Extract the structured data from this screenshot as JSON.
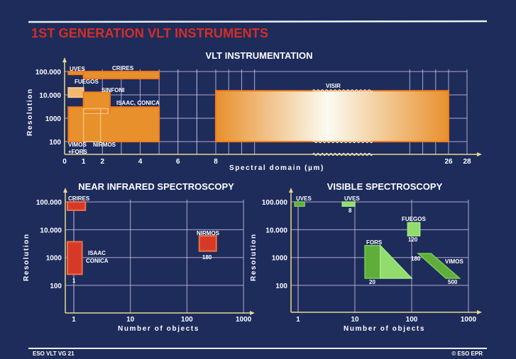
{
  "slide": {
    "title": "1ST GENERATION VLT INSTRUMENTS",
    "footer_left": "ESO VLT VG 21",
    "footer_right": "© ESO EPR",
    "colors": {
      "background": "#1e2c5c",
      "title": "#d42e22",
      "orange": "#e8902c",
      "red": "#d63a26",
      "green": "#5fae3c",
      "light_green": "#92dc6e"
    }
  },
  "chart_data": [
    {
      "type": "range-boxes",
      "title": "VLT INSTRUMENTATION",
      "xlabel": "Spectral domain (µm)",
      "ylabel": "Resolution",
      "xscale": "broken-linear",
      "yscale": "log",
      "xticks": [
        "0",
        "1",
        "2",
        "4",
        "6",
        "8",
        "26",
        "28"
      ],
      "xtick_values": [
        0,
        1,
        2,
        4,
        6,
        8,
        26,
        28
      ],
      "yticks": [
        "100",
        "1000",
        "10.000",
        "100.000"
      ],
      "ytick_values": [
        100,
        1000,
        10000,
        100000
      ],
      "xlim": [
        0,
        28
      ],
      "grid": true,
      "boxes": [
        {
          "name": "ISAAC, CONICA",
          "x": [
            0.2,
            5
          ],
          "y": [
            100,
            3000
          ],
          "style": "orange"
        },
        {
          "name": "UVES",
          "x": [
            0.2,
            1
          ],
          "y": [
            75000,
            100000
          ],
          "style": "orange"
        },
        {
          "name": "CRIRES",
          "x": [
            1,
            5
          ],
          "y": [
            50000,
            100000
          ],
          "style": "orange"
        },
        {
          "name": "FUEGOS",
          "x": [
            0.2,
            1
          ],
          "y": [
            8000,
            20000
          ],
          "style": "light-orange"
        },
        {
          "name": "SINFONI",
          "x": [
            1,
            2.4
          ],
          "y": [
            1800,
            13000
          ],
          "style": "orange"
        },
        {
          "name": "NIRMOS",
          "x": [
            1,
            1.9
          ],
          "y": [
            100,
            2600
          ],
          "style": "outline"
        },
        {
          "name": "VIMOS +FORS",
          "x": [
            1,
            2.3
          ],
          "y": [
            1600,
            2600
          ],
          "style": "outline"
        },
        {
          "name": "VISIR",
          "x": [
            8,
            26
          ],
          "y": [
            100,
            15000
          ],
          "style": "gradient"
        }
      ],
      "labels": {
        "uves": "UVES",
        "crires": "CRIRES",
        "fuegos": "FUEGOS",
        "sinfoni": "SINFONI",
        "isaac": "ISAAC, CONICA",
        "vimos1": "VIMOS",
        "vimos2": "+FORS",
        "nirmos": "NIRMOS",
        "visir": "VISIR"
      }
    },
    {
      "type": "range-boxes",
      "title": "NEAR INFRARED SPECTROSCOPY",
      "xlabel": "Number of objects",
      "ylabel": "Resolution",
      "xscale": "log",
      "yscale": "log",
      "xticks": [
        "1",
        "10",
        "100",
        "1000"
      ],
      "yticks": [
        "100",
        "1000",
        "10.000",
        "100.000"
      ],
      "xlim": [
        1,
        1000
      ],
      "grid": true,
      "boxes": [
        {
          "name": "CRIRES",
          "x": [
            0.77,
            1.6
          ],
          "y": [
            50000,
            100000
          ],
          "objects": "",
          "style": "red"
        },
        {
          "name": "ISAAC CONICA",
          "x": [
            0.77,
            1.4
          ],
          "y": [
            250,
            3700
          ],
          "objects": "1",
          "style": "red"
        },
        {
          "name": "NIRMOS",
          "x": [
            165,
            330
          ],
          "y": [
            1700,
            6000
          ],
          "objects": "180",
          "style": "red"
        }
      ],
      "labels": {
        "crires": "CRIRES",
        "isaac1": "ISAAC",
        "isaac2": "CONICA",
        "isaac_n": "1",
        "nirmos": "NIRMOS",
        "nirmos_n": "180"
      }
    },
    {
      "type": "range-boxes",
      "title": "VISIBLE SPECTROSCOPY",
      "xlabel": "Number of objects",
      "ylabel": "Resolution",
      "xscale": "log",
      "yscale": "log",
      "xticks": [
        "1",
        "10",
        "100",
        "1000"
      ],
      "yticks": [
        "100",
        "1000",
        "10.000",
        "100.000"
      ],
      "xlim": [
        1,
        1000
      ],
      "grid": true,
      "boxes": [
        {
          "name": "UVES",
          "points": [
            [
              0.87,
              100000
            ],
            [
              1.3,
              100000
            ],
            [
              1.3,
              70000
            ],
            [
              0.87,
              70000
            ]
          ],
          "objects": "1",
          "style": "green"
        },
        {
          "name": "UVES",
          "points": [
            [
              6,
              100000
            ],
            [
              10,
              100000
            ],
            [
              10,
              70000
            ],
            [
              6,
              70000
            ]
          ],
          "objects": "8",
          "style": "light-green"
        },
        {
          "name": "FUEGOS",
          "points": [
            [
              85,
              18000
            ],
            [
              140,
              18000
            ],
            [
              140,
              6000
            ],
            [
              85,
              6000
            ]
          ],
          "objects": "120",
          "style": "light-green"
        },
        {
          "name": "FORS",
          "points": [
            [
              15,
              2700
            ],
            [
              28,
              2700
            ],
            [
              28,
              180
            ],
            [
              15,
              180
            ]
          ],
          "objects": "20",
          "style": "green"
        },
        {
          "name": "FORS",
          "points": [
            [
              28,
              2700
            ],
            [
              100,
              180
            ],
            [
              28,
              180
            ]
          ],
          "objects": "",
          "style": "light-green"
        },
        {
          "name": "VIMOS",
          "points": [
            [
              130,
              1400
            ],
            [
              220,
              1400
            ],
            [
              700,
              180
            ],
            [
              400,
              180
            ]
          ],
          "objects": "180-500",
          "style": "green"
        }
      ],
      "labels": {
        "uves1": "UVES",
        "uves2": "UVES",
        "uves2_n": "8",
        "fuegos": "FUEGOS",
        "fuegos_n": "120",
        "fors": "FORS",
        "fors_n": "20",
        "vimos": "VIMOS",
        "vimos_n1": "180",
        "vimos_n2": "500"
      }
    }
  ]
}
